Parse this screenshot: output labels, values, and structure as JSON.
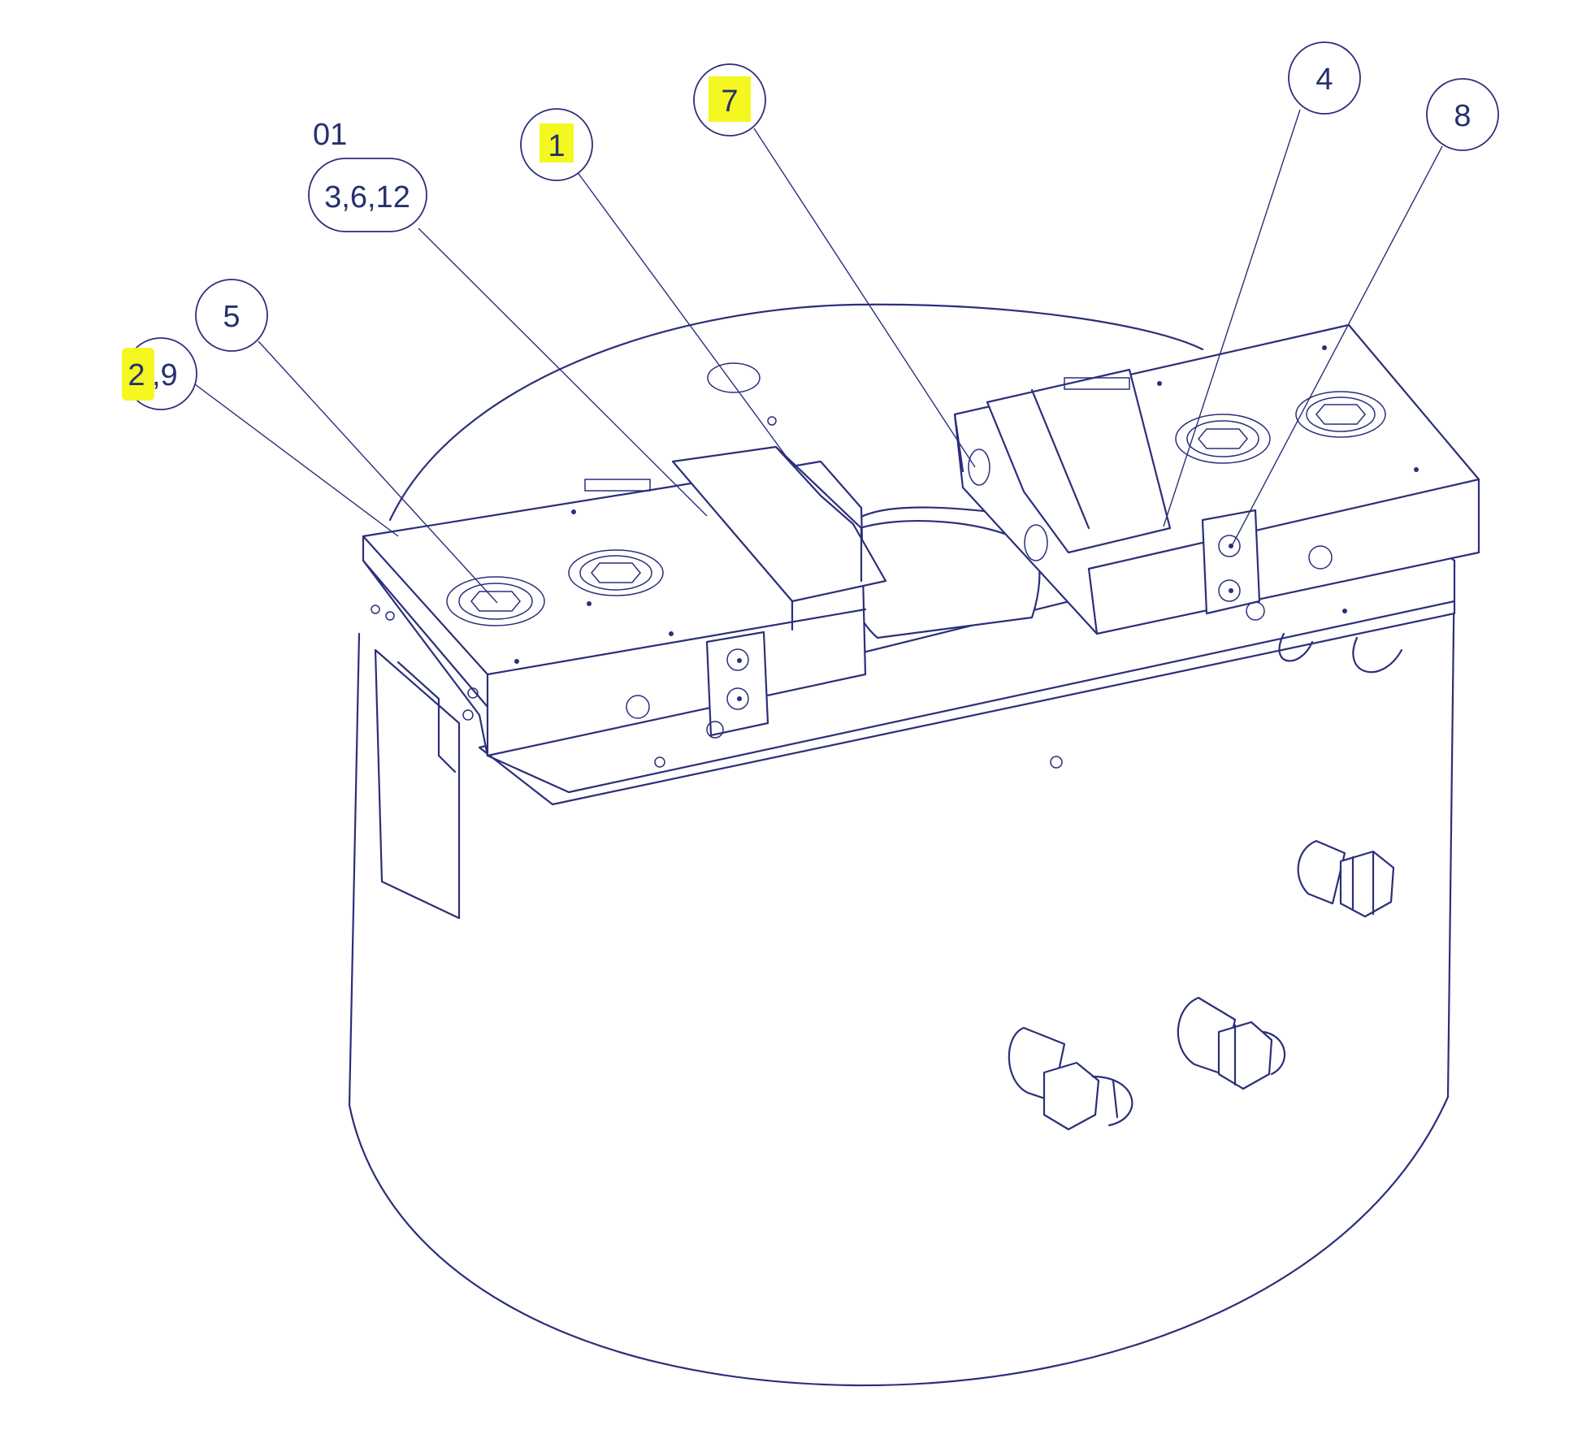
{
  "callouts": {
    "group_header": "01",
    "c_3_6_12": "3,6,12",
    "c_1": "1",
    "c_7": "7",
    "c_4": "4",
    "c_8": "8",
    "c_5": "5",
    "c_2_9_hl": "2",
    "c_2_9_rest": ",9"
  },
  "highlighted": [
    "1",
    "7",
    "2"
  ],
  "colors": {
    "line": "#2b2f7a",
    "text": "#26306e",
    "highlight": "#f4f720",
    "background": "#ffffff"
  }
}
